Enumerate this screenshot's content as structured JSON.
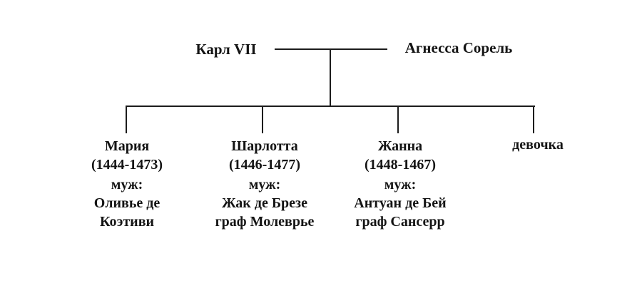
{
  "diagram": {
    "parents": {
      "father": "Карл VII",
      "mother": "Агнесса Сорель"
    },
    "children": [
      {
        "name": "Мария",
        "years": "(1444-1473)",
        "spouse_label": "муж:",
        "spouse_line1": "Оливье де",
        "spouse_line2": "Коэтиви"
      },
      {
        "name": "Шарлотта",
        "years": "(1446-1477)",
        "spouse_label": "муж:",
        "spouse_line1": "Жак де Брезе",
        "spouse_line2": "граф Молеврье"
      },
      {
        "name": "Жанна",
        "years": "(1448-1467)",
        "spouse_label": "муж:",
        "spouse_line1": "Антуан де Бей",
        "spouse_line2": "граф Сансерр"
      },
      {
        "name": "девочка"
      }
    ],
    "colors": {
      "line": "#1c1c1c",
      "text": "#141414",
      "background": "#ffffff"
    }
  }
}
